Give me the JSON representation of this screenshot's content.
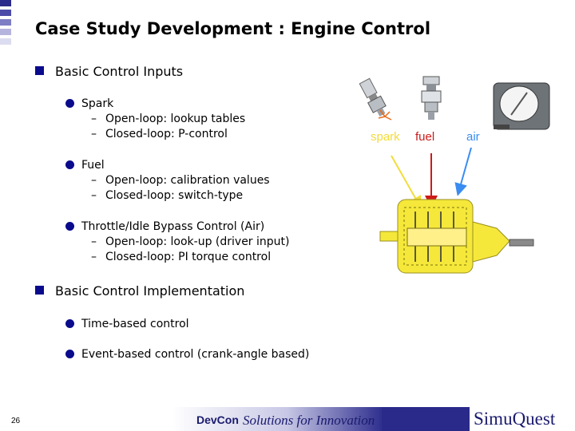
{
  "title": "Case Study Development : Engine Control",
  "sections": [
    {
      "label": "Basic Control Inputs",
      "items": [
        {
          "label": "Spark",
          "sub": [
            "Open-loop: lookup tables",
            "Closed-loop: P-control"
          ]
        },
        {
          "label": "Fuel",
          "sub": [
            "Open-loop: calibration values",
            "Closed-loop: switch-type"
          ]
        },
        {
          "label": "Throttle/Idle Bypass Control (Air)",
          "sub": [
            "Open-loop: look-up (driver input)",
            "Closed-loop: PI torque control"
          ]
        }
      ]
    },
    {
      "label": "Basic Control Implementation",
      "items": [
        {
          "label": "Time-based control",
          "sub": []
        },
        {
          "label": "Event-based control (crank-angle based)",
          "sub": []
        }
      ]
    }
  ],
  "diagram": {
    "spark_label": "spark",
    "fuel_label": "fuel",
    "air_label": "air",
    "colors": {
      "spark": "#f2dc3a",
      "fuel": "#cc1a1a",
      "air": "#3a8cf0",
      "engine": "#f5e83a"
    }
  },
  "footer": {
    "page_number": "26",
    "devcon": "DevCon",
    "tagline": "Solutions for Innovation",
    "brand": "SimuQuest"
  }
}
